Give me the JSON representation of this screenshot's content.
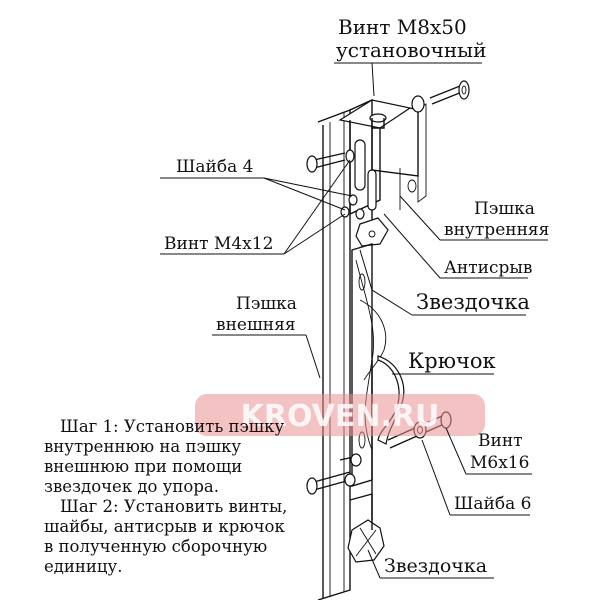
{
  "labels": {
    "screw_m8_line1": "Винт М8х50",
    "screw_m8_line2": "установочный",
    "washer4": "Шайба 4",
    "screw_m4": "Винт М4х12",
    "inner_hinge_line1": "Пэшка",
    "inner_hinge_line2": "внутренняя",
    "anti_lift": "Антисрыв",
    "sprocket_top": "Звездочка",
    "outer_hinge_line1": "Пэшка",
    "outer_hinge_line2": "внешняя",
    "hook": "Крючок",
    "screw_m6_line1": "Винт",
    "screw_m6_line2": "М6х16",
    "washer6": "Шайба 6",
    "sprocket_bottom": "Звездочка"
  },
  "instructions": {
    "step1_line1": "Шаг 1: Установить пэшку",
    "step1_line2": "внутреннюю на пэшку",
    "step1_line3": "внешнюю при помощи",
    "step1_line4": "звездочек до упора.",
    "step2_line1": "Шаг 2: Установить винты,",
    "step2_line2": "шайбы, антисрыв и крючок",
    "step2_line3": "в полученную сборочную",
    "step2_line4": "единицу."
  },
  "watermark": "KROVEN.RU",
  "colors": {
    "ink": "#111111",
    "watermark": "#e98f8f"
  }
}
